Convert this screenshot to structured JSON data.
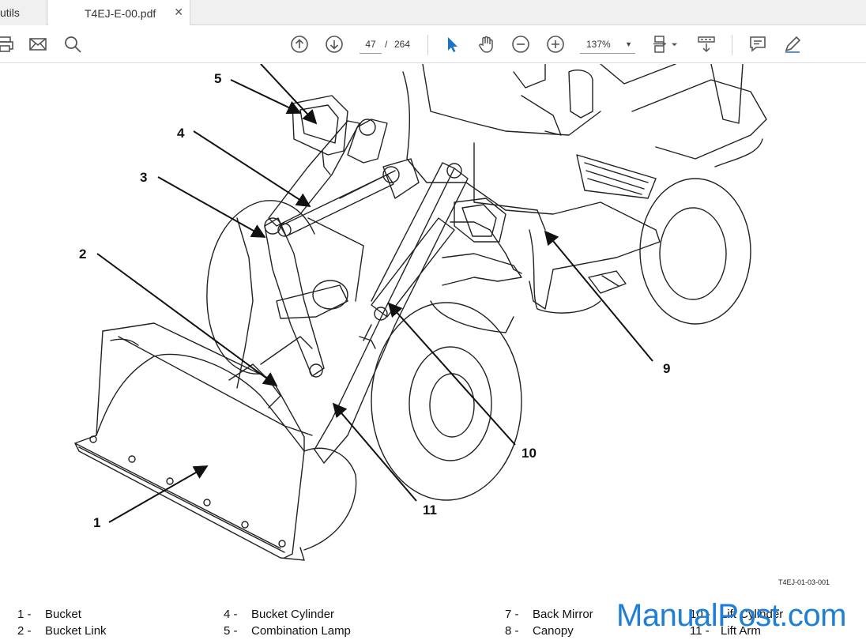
{
  "tabs": {
    "tools_label": "utils",
    "document_label": "T4EJ-E-00.pdf",
    "close_glyph": "✕"
  },
  "toolbar": {
    "current_page": "47",
    "page_separator": "/",
    "total_pages": "264",
    "zoom": "137%",
    "icons": [
      "print-icon",
      "email-icon",
      "search-icon",
      "page-up-icon",
      "page-down-icon",
      "select-cursor-icon",
      "hand-icon",
      "zoom-out-icon",
      "zoom-in-icon",
      "fit-page-icon",
      "scroll-mode-icon",
      "comment-icon",
      "pen-icon"
    ],
    "accent_color": "#1a73c8"
  },
  "figure": {
    "callouts": [
      "1",
      "2",
      "3",
      "4",
      "5",
      "9",
      "10",
      "11"
    ],
    "figure_ref": "T4EJ-01-03-001"
  },
  "legend": [
    {
      "num": "1 -",
      "label": "Bucket"
    },
    {
      "num": "2 -",
      "label": "Bucket Link"
    },
    {
      "num": "4 -",
      "label": "Bucket Cylinder"
    },
    {
      "num": "5 -",
      "label": "Combination Lamp"
    },
    {
      "num": "7 -",
      "label": "Back Mirror"
    },
    {
      "num": "8 -",
      "label": "Canopy"
    },
    {
      "num": "10 -",
      "label": "Lift Cylinder"
    },
    {
      "num": "11 -",
      "label": "Lift Arm"
    }
  ],
  "watermark": {
    "text": "ManualPost.com",
    "color": "#1d7fd6"
  }
}
